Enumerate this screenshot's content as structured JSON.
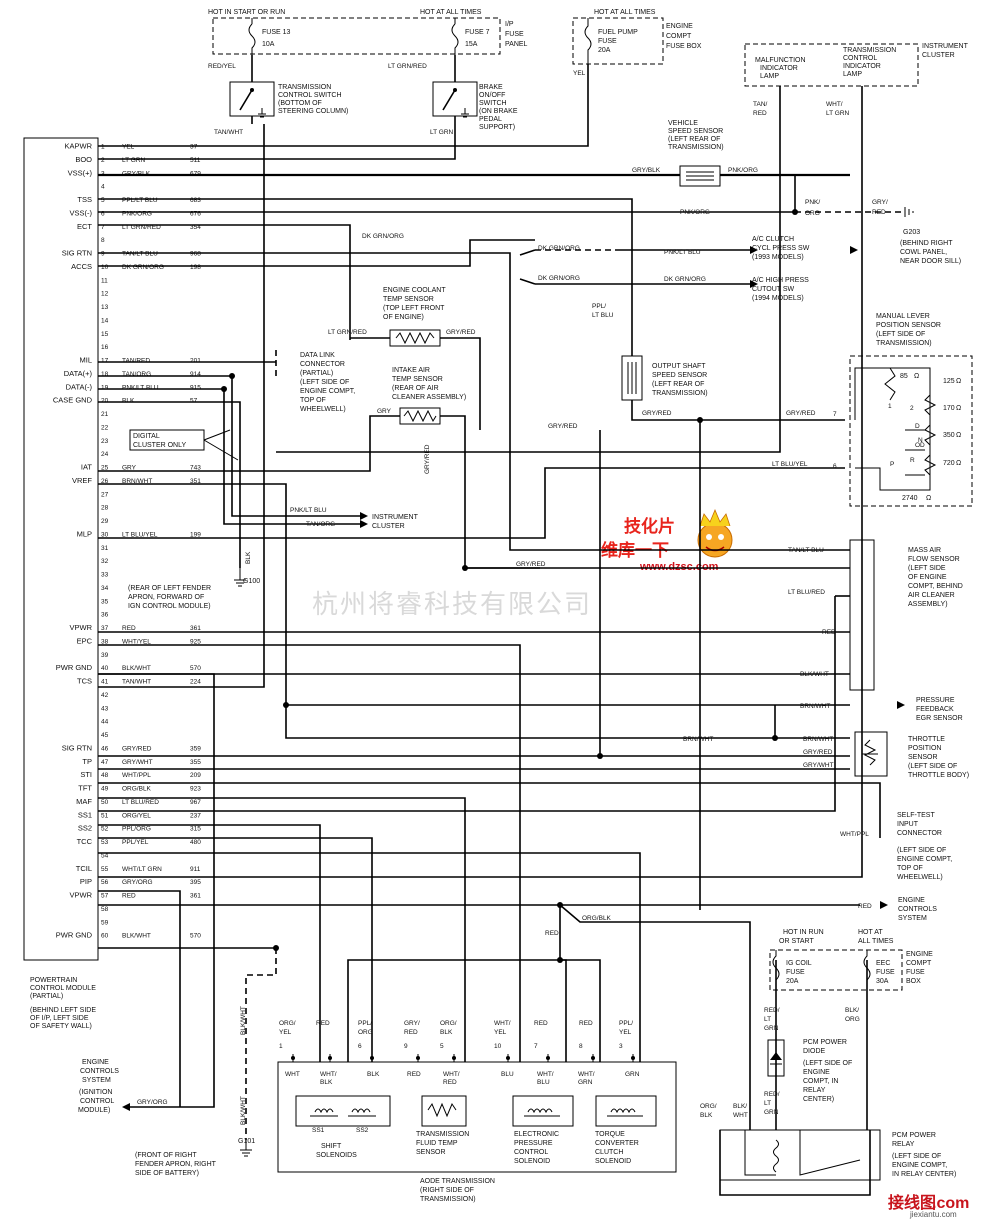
{
  "watermark": "杭州将睿科技有限公司",
  "logos": {
    "dzsc_main": "维库一下",
    "dzsc_top": "技化片",
    "dzsc_url": "www.dzsc.com",
    "jiexiantu": "接线图",
    "jiexiantu_com": ".com",
    "jiexiantu_url": "jiexiantu.com"
  },
  "top_fuses": {
    "hot_start_run": "HOT IN START OR RUN",
    "hot_always_1": "HOT AT ALL TIMES",
    "hot_always_2": "HOT AT ALL TIMES",
    "fuse13": "FUSE 13",
    "fuse13_amp": "10A",
    "fuse7": "FUSE 7",
    "fuse7_amp": "15A",
    "ip_panel": [
      "I/P",
      "FUSE",
      "PANEL"
    ],
    "fuelpump": [
      "FUEL PUMP",
      "FUSE",
      "20A"
    ],
    "engine_box": [
      "ENGINE",
      "COMPT",
      "FUSE BOX"
    ],
    "wire_red_yel": "RED/YEL",
    "wire_lt_grn_red": "LT GRN/RED",
    "wire_yel": "YEL"
  },
  "switches": {
    "tcs": [
      "TRANSMISSION",
      "CONTROL SWITCH",
      "(BOTTOM OF",
      "STEERING COLUMN)"
    ],
    "tcs_wire": "TAN/WHT",
    "brake": [
      "BRAKE",
      "ON/OFF",
      "SWITCH",
      "(ON BRAKE",
      "PEDAL",
      "SUPPORT)"
    ],
    "brake_wire": "LT GRN"
  },
  "cluster": {
    "mil_lamp": [
      "MALFUNCTION",
      "INDICATOR",
      "LAMP"
    ],
    "tcil_lamp": [
      "TRANSMISSION",
      "CONTROL",
      "INDICATOR",
      "LAMP"
    ],
    "cluster_label": [
      "INSTRUMENT",
      "CLUSTER"
    ],
    "wire_tan_red": [
      "TAN/",
      "RED"
    ],
    "wire_wht_ltgrn": [
      "WHT/",
      "LT GRN"
    ]
  },
  "vss": {
    "label": [
      "VEHICLE",
      "SPEED SENSOR",
      "(LEFT REAR OF",
      "TRANSMISSION)"
    ],
    "wire_in": "GRY/BLK",
    "wire_out": "PNK/ORG",
    "pnk_org_2": [
      "PNK/",
      "ORG"
    ],
    "pnk_org_3": "PNK/ORG",
    "gry_red": [
      "GRY/",
      "RED"
    ],
    "ground": "G203",
    "ground_desc": [
      "(BEHIND RIGHT",
      "COWL PANEL,",
      "NEAR DOOR SILL)"
    ]
  },
  "ac": {
    "dk_grn_org_1": "DK GRN/ORG",
    "dk_grn_org_2": "DK GRN/ORG",
    "dk_grn_org_3": "DK GRN/ORG",
    "pnk_lt_blu": "PNK/LT BLU",
    "dk_grn_org_4": "DK GRN/ORG",
    "clutch": [
      "A/C CLUTCH",
      "CYCL PRESS SW",
      "(1993 MODELS)"
    ],
    "cutout": [
      "A/C HIGH PRESS",
      "CUTOUT SW",
      "(1994 MODELS)"
    ],
    "ppl_lt_blu": [
      "PPL/",
      "LT BLU"
    ]
  },
  "ect": {
    "label": [
      "ENGINE COOLANT",
      "TEMP SENSOR",
      "(TOP LEFT FRONT",
      "OF ENGINE)"
    ],
    "wire_l": "LT GRN/RED",
    "wire_r": "GRY/RED"
  },
  "iat": {
    "label": [
      "INTAKE AIR",
      "TEMP SENSOR",
      "(REAR OF AIR",
      "CLEANER ASSEMBLY)"
    ],
    "wire_l": "GRY",
    "wire_r": "GRY/RED"
  },
  "dlc": {
    "label": [
      "DATA LINK",
      "CONNECTOR",
      "(PARTIAL)",
      "(LEFT SIDE OF",
      "ENGINE COMPT,",
      "TOP OF",
      "WHEELWELL)"
    ],
    "digital": [
      "DIGITAL",
      "CLUSTER ONLY"
    ]
  },
  "instrument_cluster_2": {
    "label": [
      "INSTRUMENT",
      "CLUSTER"
    ],
    "wire1": "PNK/LT BLU",
    "wire2": "TAN/ORG"
  },
  "oss": {
    "label": [
      "OUTPUT SHAFT",
      "SPEED SENSOR",
      "(LEFT REAR OF",
      "TRANSMISSION)"
    ],
    "gry_red_1": "GRY/RED",
    "gry_red_2": "GRY/RED",
    "gry_red_3": "GRY/RED"
  },
  "mlp": {
    "label": [
      "MANUAL LEVER",
      "POSITION SENSOR",
      "(LEFT SIDE OF",
      "TRANSMISSION)"
    ],
    "gry_red": "GRY/RED",
    "lt_blu_yel": "LT BLU/YEL",
    "pin7": "7",
    "pin6": "6",
    "resistors": [
      "85",
      "125",
      "170",
      "350",
      "720",
      "2740"
    ],
    "ohm": "Ω",
    "positions": [
      "1",
      "2",
      "D",
      "OD",
      "N",
      "R",
      "P"
    ]
  },
  "maf": {
    "label": [
      "MASS AIR",
      "FLOW SENSOR",
      "(LEFT SIDE",
      "OF ENGINE",
      "COMPT, BEHIND",
      "AIR CLEANER",
      "ASSEMBLY)"
    ],
    "w1": "TAN/LT BLU",
    "w2": "LT BLU/RED",
    "w3": "RED",
    "w4": "BLK/WHT"
  },
  "egr": {
    "label": [
      "PRESSURE",
      "FEEDBACK",
      "EGR SENSOR"
    ],
    "wire": "BRN/WHT"
  },
  "tps": {
    "label": [
      "THROTTLE",
      "POSITION",
      "SENSOR",
      "(LEFT SIDE OF",
      "THROTTLE BODY)"
    ],
    "w0": "BRN/WHT",
    "w1": "BRN/WHT",
    "w2": "GRY/RED",
    "w3": "GRY/WHT"
  },
  "stin": {
    "label": [
      "SELF-TEST",
      "INPUT",
      "CONNECTOR",
      "(LEFT SIDE OF",
      "ENGINE COMPT,",
      "TOP OF",
      "WHEELWELL)"
    ],
    "wire": "WHT/PPL"
  },
  "ecs_right": {
    "label": [
      "ENGINE",
      "CONTROLS",
      "SYSTEM"
    ],
    "wire": "RED",
    "org_blk": "ORG/BLK",
    "red": "RED"
  },
  "gnd_g100": {
    "label": "G100",
    "desc": [
      "(REAR OF LEFT FENDER",
      "APRON, FORWARD OF",
      "IGN CONTROL MODULE)"
    ],
    "blk": "BLK"
  },
  "gnd_g101": {
    "label": "G101",
    "desc": [
      "(FRONT OF RIGHT",
      "FENDER APRON, RIGHT",
      "SIDE OF BATTERY)"
    ],
    "blk_wht1": "BLK/WHT",
    "blk_wht2": "BLK/WHT"
  },
  "ecs_left": {
    "label": [
      "ENGINE",
      "CONTROLS",
      "SYSTEM",
      "(IGNITION",
      "CONTROL",
      "MODULE)"
    ],
    "wire": "GRY/ORG"
  },
  "pcm_label": [
    "POWERTRAIN",
    "CONTROL MODULE",
    "(PARTIAL)",
    "(BEHIND LEFT SIDE",
    "OF I/P, LEFT SIDE",
    "OF SAFETY WALL)"
  ],
  "pcm_pins": [
    {
      "n": "1",
      "label": "KAPWR",
      "wire": "YEL",
      "circ": "37"
    },
    {
      "n": "2",
      "label": "BOO",
      "wire": "LT GRN",
      "circ": "511"
    },
    {
      "n": "3",
      "label": "VSS(+)",
      "wire": "GRY/BLK",
      "circ": "679"
    },
    {
      "n": "4",
      "label": "",
      "wire": "",
      "circ": ""
    },
    {
      "n": "5",
      "label": "TSS",
      "wire": "PPL/LT BLU",
      "circ": "683"
    },
    {
      "n": "6",
      "label": "VSS(-)",
      "wire": "PNK/ORG",
      "circ": "676"
    },
    {
      "n": "7",
      "label": "ECT",
      "wire": "LT GRN/RED",
      "circ": "354"
    },
    {
      "n": "8",
      "label": "",
      "wire": "",
      "circ": ""
    },
    {
      "n": "9",
      "label": "SIG RTN",
      "wire": "TAN/LT BLU",
      "circ": "968"
    },
    {
      "n": "10",
      "label": "ACCS",
      "wire": "DK GRN/ORG",
      "circ": "198"
    },
    {
      "n": "11",
      "label": "",
      "wire": "",
      "circ": ""
    },
    {
      "n": "12",
      "label": "",
      "wire": "",
      "circ": ""
    },
    {
      "n": "13",
      "label": "",
      "wire": "",
      "circ": ""
    },
    {
      "n": "14",
      "label": "",
      "wire": "",
      "circ": ""
    },
    {
      "n": "15",
      "label": "",
      "wire": "",
      "circ": ""
    },
    {
      "n": "16",
      "label": "",
      "wire": "",
      "circ": ""
    },
    {
      "n": "17",
      "label": "MIL",
      "wire": "TAN/RED",
      "circ": "201"
    },
    {
      "n": "18",
      "label": "DATA(+)",
      "wire": "TAN/ORG",
      "circ": "914"
    },
    {
      "n": "19",
      "label": "DATA(-)",
      "wire": "PNK/LT BLU",
      "circ": "915"
    },
    {
      "n": "20",
      "label": "CASE GND",
      "wire": "BLK",
      "circ": "57"
    },
    {
      "n": "21",
      "label": "",
      "wire": "",
      "circ": ""
    },
    {
      "n": "22",
      "label": "",
      "wire": "",
      "circ": ""
    },
    {
      "n": "23",
      "label": "",
      "wire": "",
      "circ": ""
    },
    {
      "n": "24",
      "label": "",
      "wire": "",
      "circ": ""
    },
    {
      "n": "25",
      "label": "IAT",
      "wire": "GRY",
      "circ": "743"
    },
    {
      "n": "26",
      "label": "VREF",
      "wire": "BRN/WHT",
      "circ": "351"
    },
    {
      "n": "27",
      "label": "",
      "wire": "",
      "circ": ""
    },
    {
      "n": "28",
      "label": "",
      "wire": "",
      "circ": ""
    },
    {
      "n": "29",
      "label": "",
      "wire": "",
      "circ": ""
    },
    {
      "n": "30",
      "label": "MLP",
      "wire": "LT BLU/YEL",
      "circ": "199"
    },
    {
      "n": "31",
      "label": "",
      "wire": "",
      "circ": ""
    },
    {
      "n": "32",
      "label": "",
      "wire": "",
      "circ": ""
    },
    {
      "n": "33",
      "label": "",
      "wire": "",
      "circ": ""
    },
    {
      "n": "34",
      "label": "",
      "wire": "",
      "circ": ""
    },
    {
      "n": "35",
      "label": "",
      "wire": "",
      "circ": ""
    },
    {
      "n": "36",
      "label": "",
      "wire": "",
      "circ": ""
    },
    {
      "n": "37",
      "label": "VPWR",
      "wire": "RED",
      "circ": "361"
    },
    {
      "n": "38",
      "label": "EPC",
      "wire": "WHT/YEL",
      "circ": "925"
    },
    {
      "n": "39",
      "label": "",
      "wire": "",
      "circ": ""
    },
    {
      "n": "40",
      "label": "PWR GND",
      "wire": "BLK/WHT",
      "circ": "570"
    },
    {
      "n": "41",
      "label": "TCS",
      "wire": "TAN/WHT",
      "circ": "224"
    },
    {
      "n": "42",
      "label": "",
      "wire": "",
      "circ": ""
    },
    {
      "n": "43",
      "label": "",
      "wire": "",
      "circ": ""
    },
    {
      "n": "44",
      "label": "",
      "wire": "",
      "circ": ""
    },
    {
      "n": "45",
      "label": "",
      "wire": "",
      "circ": ""
    },
    {
      "n": "46",
      "label": "SIG RTN",
      "wire": "GRY/RED",
      "circ": "359"
    },
    {
      "n": "47",
      "label": "TP",
      "wire": "GRY/WHT",
      "circ": "355"
    },
    {
      "n": "48",
      "label": "STI",
      "wire": "WHT/PPL",
      "circ": "209"
    },
    {
      "n": "49",
      "label": "TFT",
      "wire": "ORG/BLK",
      "circ": "923"
    },
    {
      "n": "50",
      "label": "MAF",
      "wire": "LT BLU/RED",
      "circ": "967"
    },
    {
      "n": "51",
      "label": "SS1",
      "wire": "ORG/YEL",
      "circ": "237"
    },
    {
      "n": "52",
      "label": "SS2",
      "wire": "PPL/ORG",
      "circ": "315"
    },
    {
      "n": "53",
      "label": "TCC",
      "wire": "PPL/YEL",
      "circ": "480"
    },
    {
      "n": "54",
      "label": "",
      "wire": "",
      "circ": ""
    },
    {
      "n": "55",
      "label": "TCIL",
      "wire": "WHT/LT GRN",
      "circ": "911"
    },
    {
      "n": "56",
      "label": "PIP",
      "wire": "GRY/ORG",
      "circ": "395"
    },
    {
      "n": "57",
      "label": "VPWR",
      "wire": "RED",
      "circ": "361"
    },
    {
      "n": "58",
      "label": "",
      "wire": "",
      "circ": ""
    },
    {
      "n": "59",
      "label": "",
      "wire": "",
      "circ": ""
    },
    {
      "n": "60",
      "label": "PWR GND",
      "wire": "BLK/WHT",
      "circ": "570"
    }
  ],
  "trans": {
    "top_wires": [
      {
        "pin": "1",
        "w": [
          "ORG/",
          "YEL"
        ]
      },
      {
        "pin": "",
        "w": [
          "RED",
          ""
        ]
      },
      {
        "pin": "6",
        "w": [
          "PPL/",
          "ORG"
        ]
      },
      {
        "pin": "9",
        "w": [
          "GRY/",
          "RED"
        ]
      },
      {
        "pin": "5",
        "w": [
          "ORG/",
          "BLK"
        ]
      },
      {
        "pin": "10",
        "w": [
          "WHT/",
          "YEL"
        ]
      },
      {
        "pin": "7",
        "w": [
          "RED",
          ""
        ]
      },
      {
        "pin": "8",
        "w": [
          "RED",
          ""
        ]
      },
      {
        "pin": "3",
        "w": [
          "PPL/",
          "YEL"
        ]
      }
    ],
    "inner": [
      "WHT",
      "WHT/",
      "BLK",
      "BLK",
      "RED",
      "WHT/",
      "RED",
      "BLU",
      "WHT/",
      "BLU",
      "WHT/",
      "GRN",
      "GRN"
    ],
    "ss1": "SS1",
    "ss2": "SS2",
    "shift": [
      "SHIFT",
      "SOLENOIDS"
    ],
    "tft": [
      "TRANSMISSION",
      "FLUID TEMP",
      "SENSOR"
    ],
    "epc": [
      "ELECTRONIC",
      "PRESSURE",
      "CONTROL",
      "SOLENOID"
    ],
    "tcc": [
      "TORQUE",
      "CONVERTER",
      "CLUTCH",
      "SOLENOID"
    ],
    "label": [
      "AODE TRANSMISSION",
      "(RIGHT SIDE OF",
      "TRANSMISSION)"
    ]
  },
  "power": {
    "hot_run": [
      "HOT IN RUN",
      "OR START"
    ],
    "hot_always": [
      "HOT AT",
      "ALL TIMES"
    ],
    "ig_coil": [
      "IG COIL",
      "FUSE",
      "20A"
    ],
    "eec": [
      "EEC",
      "FUSE",
      "30A"
    ],
    "box": [
      "ENGINE",
      "COMPT",
      "FUSE",
      "BOX"
    ],
    "red_lt_grn_1": [
      "RED/",
      "LT",
      "GRN"
    ],
    "blk_org": [
      "BLK/",
      "ORG"
    ],
    "diode": [
      "PCM POWER",
      "DIODE",
      "(LEFT SIDE OF",
      "ENGINE",
      "COMPT, IN",
      "RELAY",
      "CENTER)"
    ],
    "red_lt_grn_2": [
      "RED/",
      "LT",
      "GRN"
    ],
    "org_blk": [
      "ORG/",
      "BLK"
    ],
    "blk_wht": [
      "BLK/",
      "WHT"
    ],
    "relay": [
      "PCM POWER",
      "RELAY",
      "(LEFT SIDE OF",
      "ENGINE COMPT,",
      "IN RELAY CENTER)"
    ]
  }
}
